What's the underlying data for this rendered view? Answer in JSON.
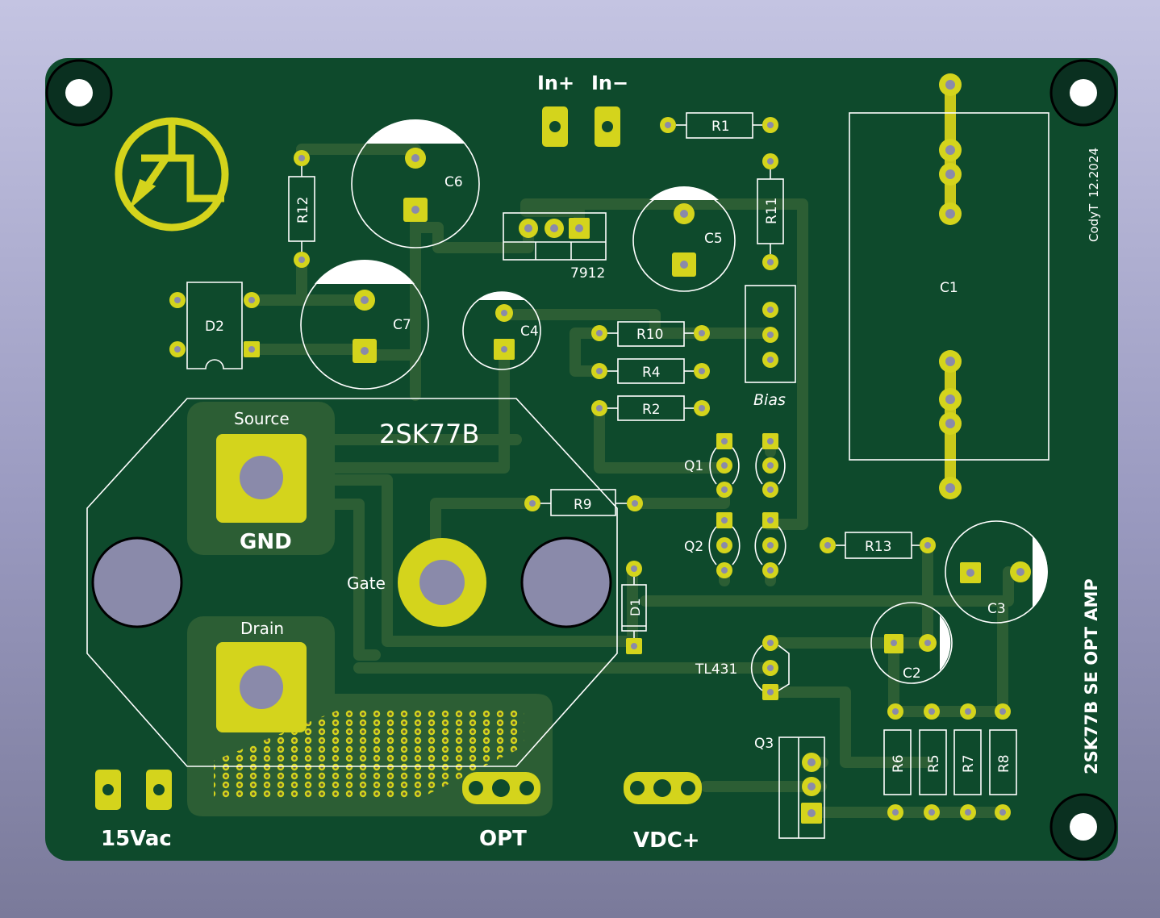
{
  "board": {
    "colors": {
      "substrate": "#0e4a2c",
      "copper": "#2c5e34",
      "pad": "#d4d41c",
      "silkscreen": "#ffffff",
      "hole": "#8a8aaa"
    },
    "logo_icon": "transistor-symbol-icon"
  },
  "labels": {
    "in_plus": "In+",
    "in_minus": "In−",
    "ac_input": "15Vac",
    "opt": "OPT",
    "vdc": "VDC+",
    "title": "2SK77B SE OPT AMP",
    "author": "CodyT",
    "date": "12.2024",
    "bias": "Bias",
    "mosfet_part": "2SK77B",
    "source": "Source",
    "gnd": "GND",
    "gate": "Gate",
    "drain": "Drain",
    "regulator": "7912",
    "tl431": "TL431"
  },
  "components": {
    "R1": "R1",
    "R2": "R2",
    "R4": "R4",
    "R5": "R5",
    "R6": "R6",
    "R7": "R7",
    "R8": "R8",
    "R9": "R9",
    "R10": "R10",
    "R11": "R11",
    "R12": "R12",
    "R13": "R13",
    "C1": "C1",
    "C2": "C2",
    "C3": "C3",
    "C4": "C4",
    "C5": "C5",
    "C6": "C6",
    "C7": "C7",
    "D1": "D1",
    "D2": "D2",
    "Q1": "Q1",
    "Q2": "Q2",
    "Q3": "Q3"
  }
}
